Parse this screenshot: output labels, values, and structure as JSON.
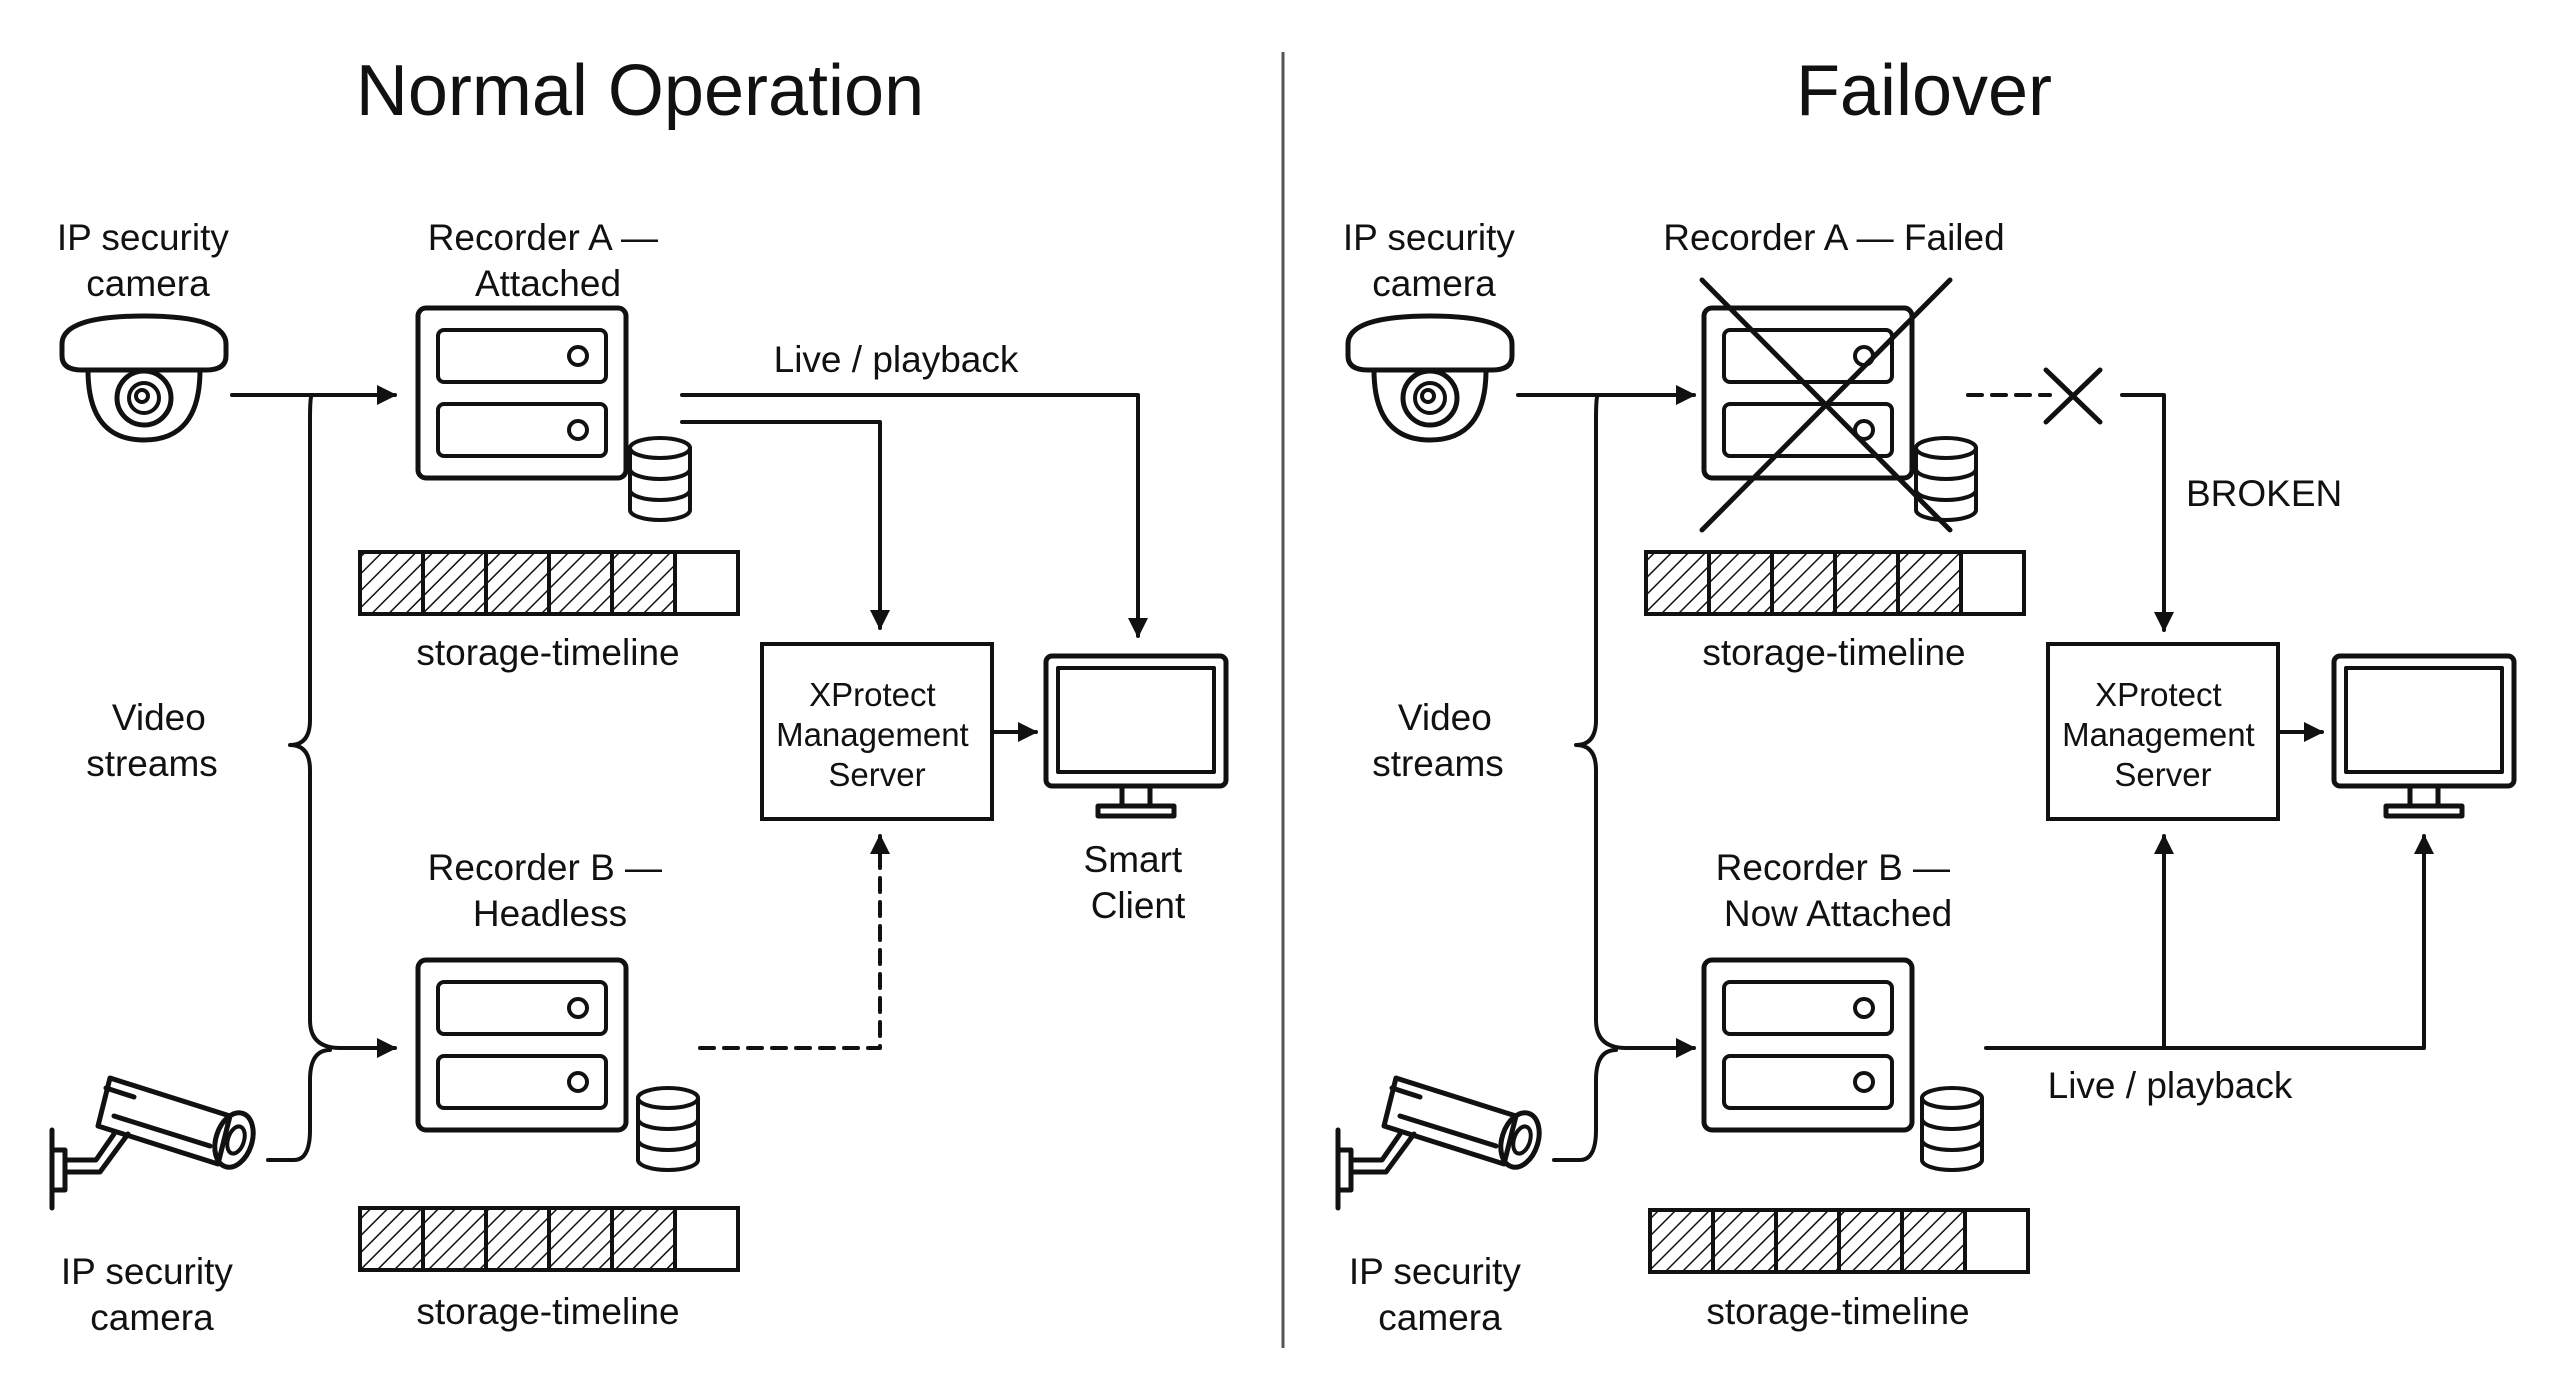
{
  "panels": {
    "normal": {
      "title": "Normal Operation",
      "camera_top_label": [
        "IP security",
        "camera"
      ],
      "camera_bottom_label": [
        "IP security",
        "camera"
      ],
      "video_streams_label": [
        "Video",
        "streams"
      ],
      "recorder_a_label": [
        "Recorder A —",
        "Attached"
      ],
      "recorder_b_label": [
        "Recorder B —",
        "Headless"
      ],
      "storage_label_a": "storage-timeline",
      "storage_label_b": "storage-timeline",
      "link_label": "Live / playback",
      "server_label": [
        "XProtect",
        "Management",
        "Server"
      ],
      "client_label": [
        "Smart",
        "Client"
      ]
    },
    "failover": {
      "title": "Failover",
      "camera_top_label": [
        "IP security",
        "camera"
      ],
      "camera_bottom_label": [
        "IP security",
        "camera"
      ],
      "video_streams_label": [
        "Video",
        "streams"
      ],
      "recorder_a_label": "Recorder A — Failed",
      "recorder_b_label": [
        "Recorder B —",
        "Now Attached"
      ],
      "storage_label_a": "storage-timeline",
      "storage_label_b": "storage-timeline",
      "broken_label": "BROKEN",
      "link_label": "Live / playback",
      "server_label": [
        "XProtect",
        "Management",
        "Server"
      ]
    }
  },
  "storage_timeline": {
    "segments_total": 6,
    "segments_filled": 5
  },
  "icons": {
    "dome_camera": "dome-camera-icon",
    "bullet_camera": "bullet-camera-icon",
    "recorder": "recorder-server-icon",
    "database": "database-icon",
    "monitor": "monitor-icon",
    "failed_cross": "failed-x-icon"
  }
}
